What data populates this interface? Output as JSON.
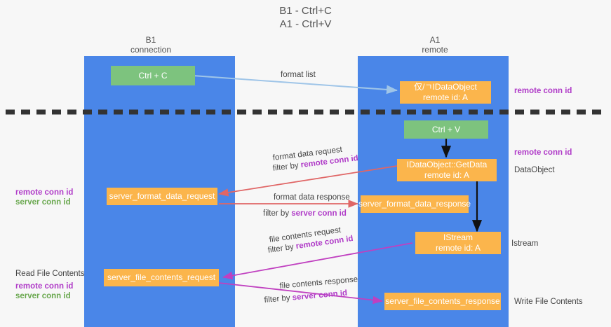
{
  "title": {
    "line1": "B1 - Ctrl+C",
    "line2": "A1 - Ctrl+V"
  },
  "columns": [
    {
      "name": "B1",
      "sub": "connection"
    },
    {
      "name": "A1",
      "sub": "remote"
    }
  ],
  "boxes": {
    "ctrl_c": "Ctrl + C",
    "ctrl_v": "Ctrl + V",
    "dataobject_remote": {
      "line1": "仅/ㄱIDataObject",
      "line2": "remote id: A"
    },
    "getdata": {
      "line1": "IDataObject::GetData",
      "line2": "remote id: A"
    },
    "istream": {
      "line1": "IStream",
      "line2": "remote id: A"
    },
    "server_format_data_request": "server_format_data_request",
    "server_format_data_response": "server_format_data_response",
    "server_file_contents_request": "server_file_contents_request",
    "server_file_contents_response": "server_file_contents_response"
  },
  "right_labels": {
    "remote_conn_id_top": "remote conn id",
    "remote_conn_id_mid": "remote conn id",
    "dataobject": "DataObject",
    "istream": "Istream",
    "write_file_contents": "Write File Contents"
  },
  "left_labels": {
    "remote_conn_id_1": "remote conn id",
    "server_conn_id_1": "server conn id",
    "read_file_contents": "Read File Contents",
    "remote_conn_id_2": "remote conn id",
    "server_conn_id_2": "server conn id"
  },
  "captions": {
    "format_list": "format list",
    "format_data_request": "format data request",
    "format_data_request_filter_prefix": "filter by ",
    "format_data_request_filter_key": "remote conn id",
    "format_data_response": "format data response",
    "format_data_response_filter_prefix": "filter by ",
    "format_data_response_filter_key": "server conn id",
    "file_contents_request": "file contents request",
    "file_contents_request_filter_prefix": "filter by ",
    "file_contents_request_filter_key": "remote conn id",
    "file_contents_response": "file contents response",
    "file_contents_response_filter_prefix": "filter by ",
    "file_contents_response_filter_key": "server conn id"
  },
  "colors": {
    "lane": "#4a86e8",
    "orange": "#fbb54c",
    "green": "#7dc37e",
    "purple": "#b03cc8",
    "green_text": "#6aa84f",
    "red_arrow": "#e06666",
    "magenta_arrow": "#c040c0",
    "blue_arrow": "#9fc5e8",
    "divider": "#333333",
    "background": "#f7f7f7"
  }
}
